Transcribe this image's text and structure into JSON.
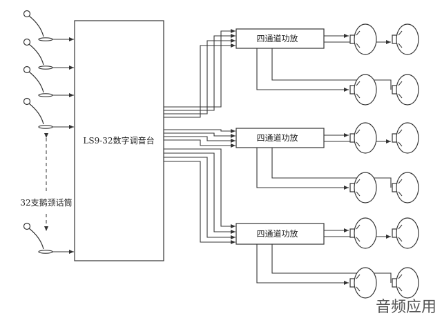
{
  "mixer_label": "LS9-32数字调音台",
  "amp_label": "四通道功放",
  "mic_group_label": "32支鹅颈话筒",
  "watermark": "音频应用",
  "colors": {
    "line": "#333333",
    "bg": "#ffffff",
    "watermark": "#555555"
  },
  "counts": {
    "microphones": 5,
    "amplifiers": 3,
    "speakers_per_amp": 4
  }
}
